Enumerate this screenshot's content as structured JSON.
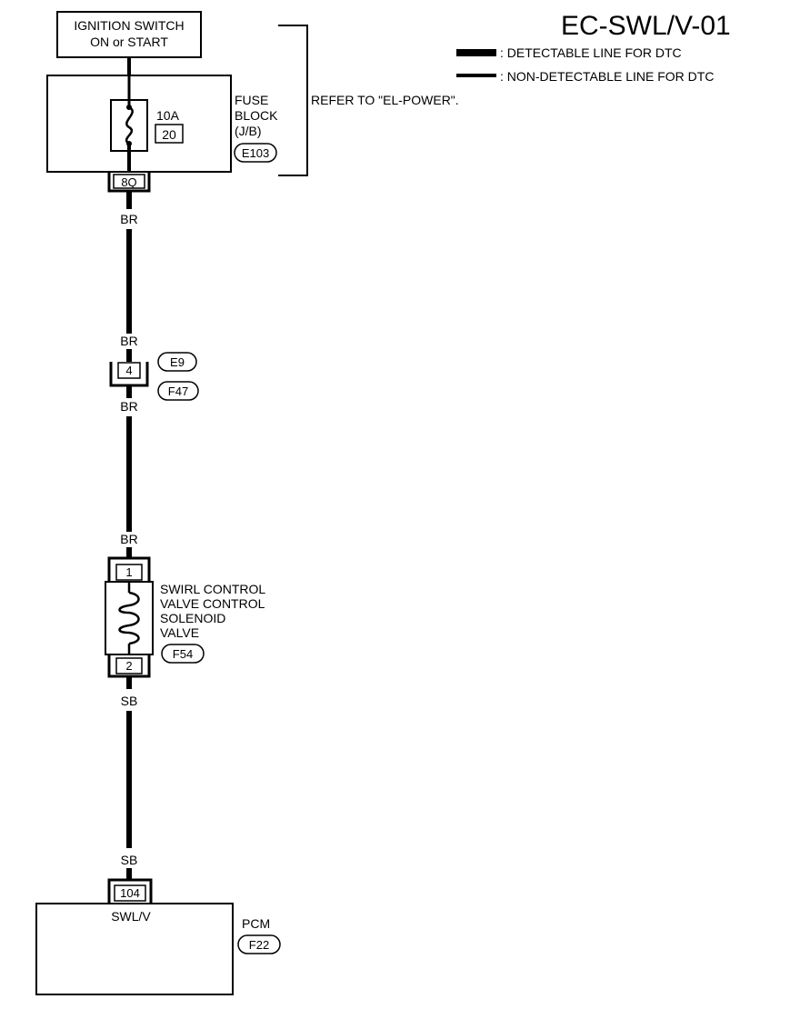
{
  "page_title": "EC-SWL/V-01",
  "legend": {
    "detectable": ": DETECTABLE LINE FOR DTC",
    "non_detectable": ": NON-DETECTABLE LINE FOR DTC"
  },
  "ignition_switch": {
    "line1": "IGNITION SWITCH",
    "line2": "ON or START"
  },
  "fuse_block": {
    "amperage": "10A",
    "fuse_number": "20",
    "label_line1": "FUSE",
    "label_line2": "BLOCK",
    "label_line3": "(J/B)",
    "connector_id": "E103",
    "terminal": "8Q"
  },
  "bracket_note": "REFER TO \"EL-POWER\".",
  "wires": {
    "w1_top": "BR",
    "w1_bottom": "BR",
    "w2_top": "BR",
    "w2_bottom": "BR",
    "w3_top": "SB",
    "w3_bottom": "SB"
  },
  "joint_connector": {
    "terminal": "4",
    "id_a": "E9",
    "id_b": "F47"
  },
  "solenoid": {
    "terminal_top": "1",
    "terminal_bottom": "2",
    "label_line1": "SWIRL CONTROL",
    "label_line2": "VALVE CONTROL",
    "label_line3": "SOLENOID",
    "label_line4": "VALVE",
    "connector_id": "F54"
  },
  "pcm": {
    "terminal": "104",
    "signal": "SWL/V",
    "label": "PCM",
    "connector_id": "F22"
  }
}
